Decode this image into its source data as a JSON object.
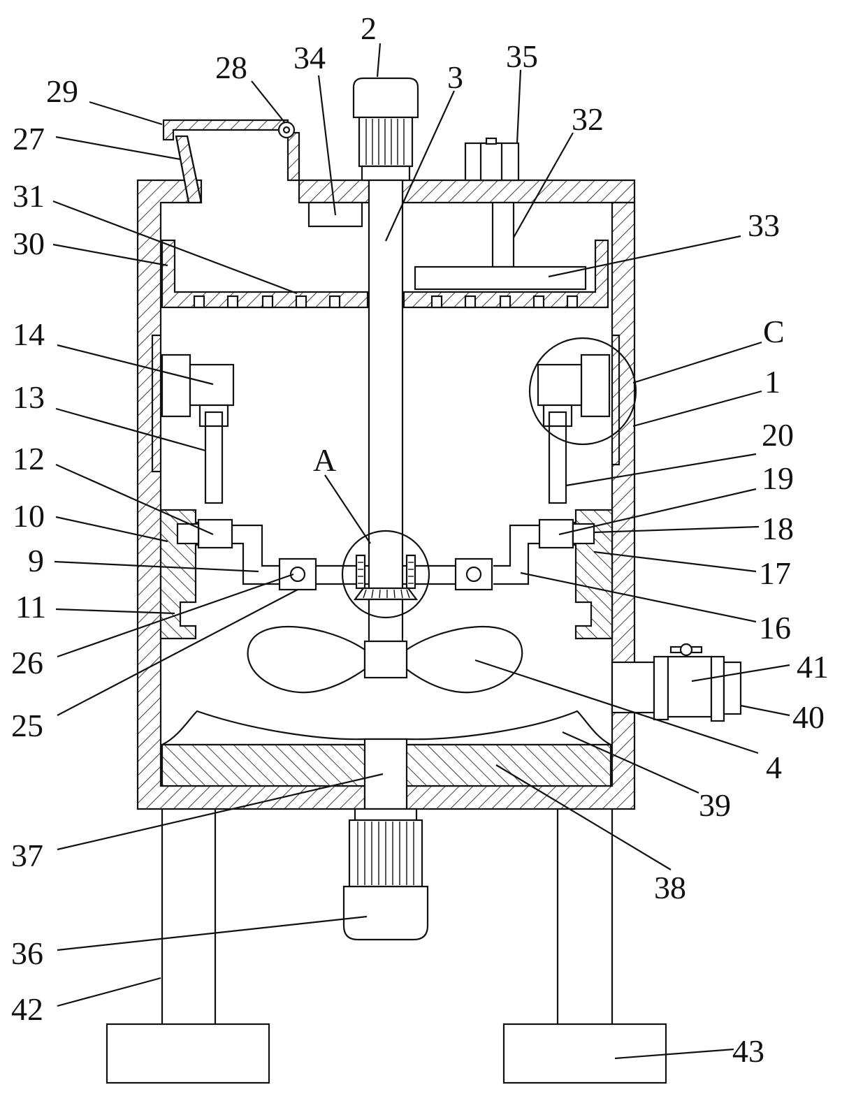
{
  "labels": {
    "l1": "1",
    "l2": "2",
    "l3": "3",
    "l4": "4",
    "l9": "9",
    "l10": "10",
    "l11": "11",
    "l12": "12",
    "l13": "13",
    "l14": "14",
    "l16": "16",
    "l17": "17",
    "l18": "18",
    "l19": "19",
    "l20": "20",
    "l25": "25",
    "l26": "26",
    "l27": "27",
    "l28": "28",
    "l29": "29",
    "l30": "30",
    "l31": "31",
    "l32": "32",
    "l33": "33",
    "l34": "34",
    "l35": "35",
    "l36": "36",
    "l37": "37",
    "l38": "38",
    "l39": "39",
    "l40": "40",
    "l41": "41",
    "l42": "42",
    "l43": "43",
    "lA": "A",
    "lC": "C"
  },
  "colors": {
    "line": "#111111",
    "background": "#ffffff"
  }
}
